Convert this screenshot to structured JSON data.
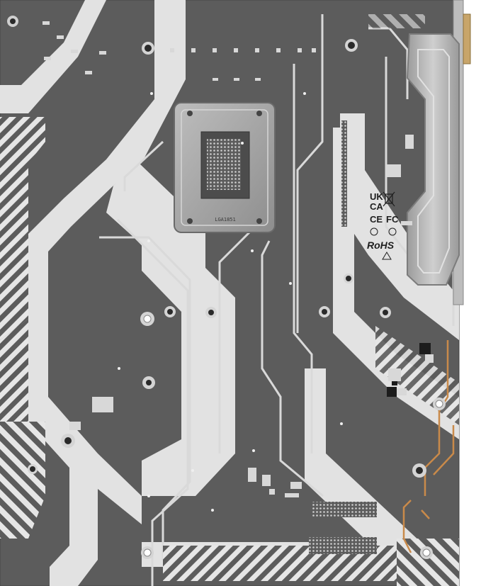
{
  "scene": {
    "subject": "motherboard rear side",
    "colors": {
      "background": "#ffffff",
      "pcb": "#5c5c5c",
      "pcb_dark": "#505050",
      "silver_trace": "#e2e2e2",
      "backplate": "#a7a7a7",
      "heatsink": "#b5b5b5",
      "copper_trace": "#c98a4a",
      "screw": "#2a2a2a"
    }
  },
  "markings": {
    "ukca_top": "UK",
    "ukca_bottom": "CA",
    "ce": "CE",
    "fc": "FC",
    "rohs": "RoHS",
    "backplate_code": "LGA1851"
  }
}
